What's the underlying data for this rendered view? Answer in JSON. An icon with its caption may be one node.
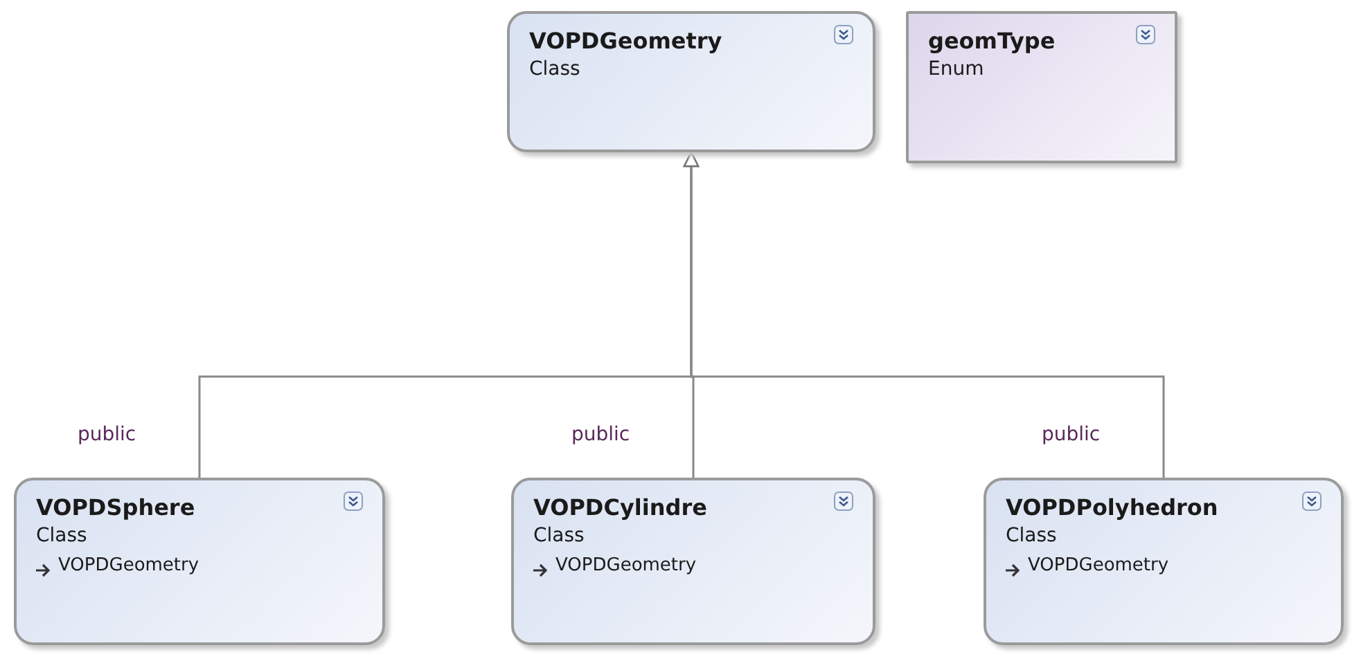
{
  "diagram": {
    "nodes": [
      {
        "text": [
          "VOPDGeometry",
          "Class"
        ]
      },
      {
        "text": [
          "geomType",
          "Enum"
        ]
      },
      {
        "text": [
          "VOPDSphere",
          "Class",
          "VOPDGeometry"
        ]
      },
      {
        "text": [
          "VOPDCylindre",
          "Class",
          "VOPDGeometry"
        ]
      },
      {
        "text": [
          "VOPDPolyhedron",
          "Class",
          "VOPDGeometry"
        ]
      }
    ],
    "edges": [
      {
        "from": 2,
        "to": 0,
        "arrow": "to",
        "label": "public"
      },
      {
        "from": 3,
        "to": 0,
        "arrow": "to",
        "label": "public"
      },
      {
        "from": 4,
        "to": 0,
        "arrow": "to",
        "label": "public"
      }
    ]
  }
}
